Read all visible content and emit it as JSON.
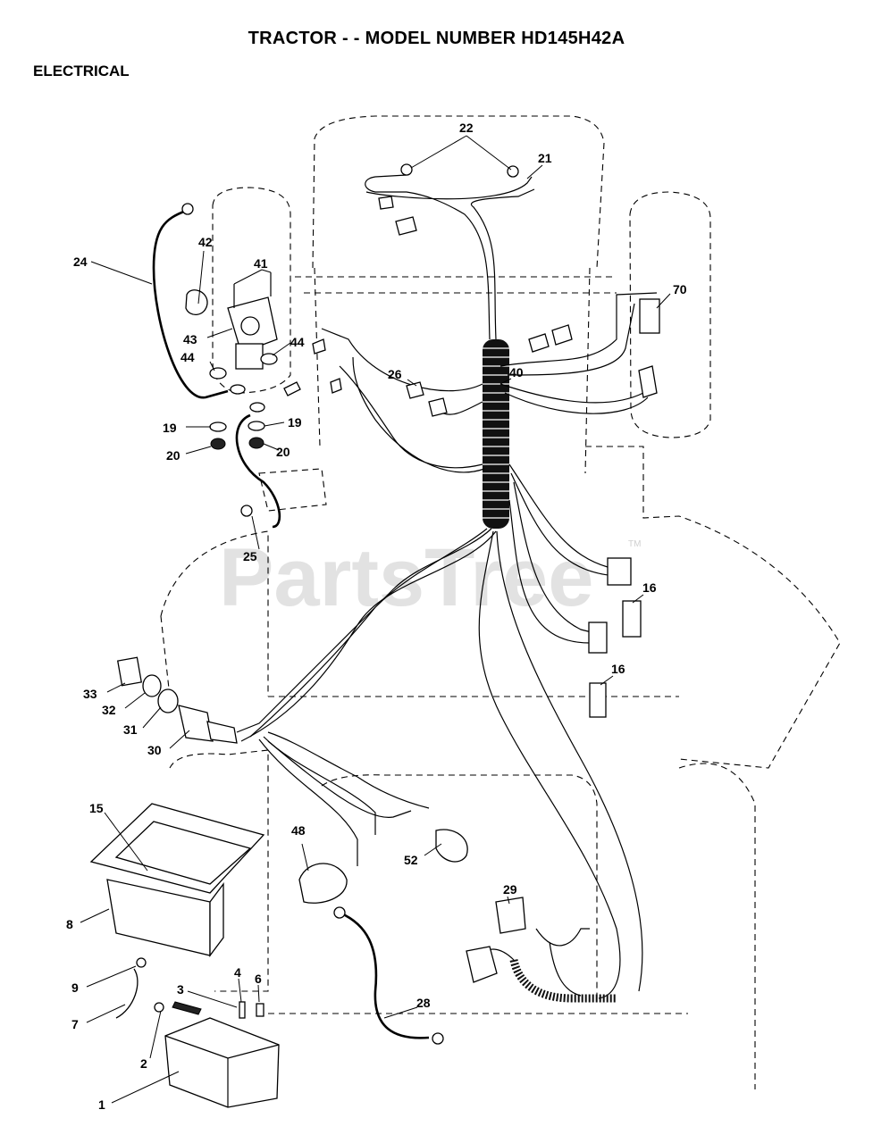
{
  "title": "TRACTOR - - MODEL NUMBER HD145H42A",
  "section": "ELECTRICAL",
  "watermark": {
    "text": "PartsTree",
    "tm": "TM"
  },
  "callouts": {
    "c1": "1",
    "c2": "2",
    "c3": "3",
    "c4": "4",
    "c6": "6",
    "c7": "7",
    "c8": "8",
    "c9": "9",
    "c15": "15",
    "c16a": "16",
    "c16b": "16",
    "c19a": "19",
    "c19b": "19",
    "c20a": "20",
    "c20b": "20",
    "c21": "21",
    "c22": "22",
    "c24": "24",
    "c25": "25",
    "c26": "26",
    "c28": "28",
    "c29": "29",
    "c30": "30",
    "c31": "31",
    "c32": "32",
    "c33": "33",
    "c40": "40",
    "c41": "41",
    "c42": "42",
    "c43": "43",
    "c44a": "44",
    "c44b": "44",
    "c48": "48",
    "c52": "52",
    "c70": "70"
  }
}
